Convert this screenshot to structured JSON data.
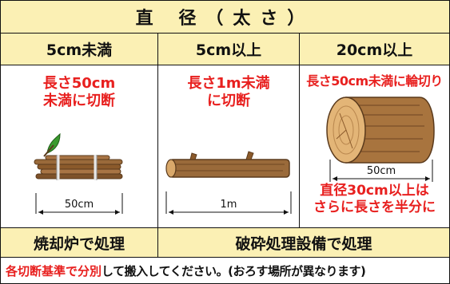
{
  "header": {
    "title": "直 径（太さ）"
  },
  "columns": [
    {
      "label": "5cm未満"
    },
    {
      "label": "5cm以上"
    },
    {
      "label": "20cm以上"
    }
  ],
  "col1": {
    "note_line1": "長さ50cm",
    "note_line2": "未満に切断",
    "dimension": "50cm"
  },
  "col2": {
    "note_line1": "長さ1m未満",
    "note_line2": "に切断",
    "dimension": "1m"
  },
  "col3": {
    "note_top": "長さ50cm未満に輪切り",
    "dimension": "50cm",
    "note_line1": "直径30cm以上は",
    "note_line2": "さらに長さを半分に"
  },
  "disposal": {
    "incinerator": "焼却炉で処理",
    "crusher": "破砕処理設備で処理"
  },
  "footer": {
    "highlight": "各切断基準で分別",
    "rest": "して搬入してください。(おろす場所が異なります)"
  },
  "colors": {
    "header_bg": "#fbf0b4",
    "accent_red": "#e8201f",
    "wood_brown": "#8b5a2b",
    "leaf_green": "#3a9a2e"
  }
}
